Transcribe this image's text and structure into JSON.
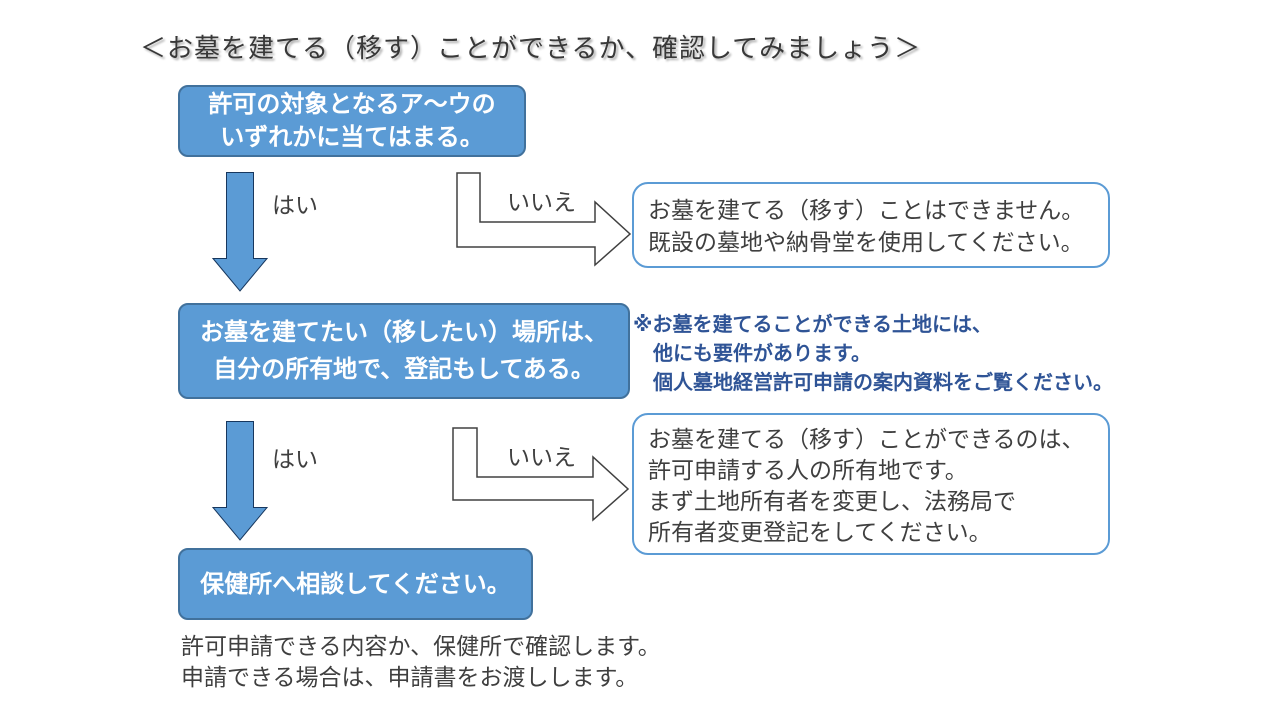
{
  "title": "＜お墓を建てる（移す）ことができるか、確認してみましょう＞",
  "colors": {
    "process_box_fill": "#5B9BD5",
    "process_box_border": "#41719C",
    "process_box_text": "#FFFFFF",
    "down_arrow_fill": "#5B9BD5",
    "down_arrow_border": "#17375E",
    "bent_arrow_fill": "#FFFFFF",
    "bent_arrow_border": "#404040",
    "callout_border": "#5B9BD5",
    "note_text": "#2F5496",
    "body_text": "#3F3F3F"
  },
  "flow": {
    "step1": {
      "lines": [
        "許可の対象となるア～ウの",
        "いずれかに当てはまる。"
      ]
    },
    "branch1": {
      "yes_label": "はい",
      "no_label": "いいえ"
    },
    "callout1": {
      "lines": [
        "お墓を建てる（移す）ことはできません。",
        "既設の墓地や納骨堂を使用してください。"
      ]
    },
    "step2": {
      "lines": [
        "お墓を建てたい（移したい）場所は、",
        "自分の所有地で、登記もしてある。"
      ]
    },
    "note": {
      "lines": [
        "※お墓を建てることができる土地には、",
        "他にも要件があります。",
        "個人墓地経営許可申請の案内資料をご覧ください。"
      ]
    },
    "branch2": {
      "yes_label": "はい",
      "no_label": "いいえ"
    },
    "callout2": {
      "lines": [
        "お墓を建てる（移す）ことができるのは、",
        "許可申請する人の所有地です。",
        "まず土地所有者を変更し、法務局で",
        "所有者変更登記をしてください。"
      ]
    },
    "step3": {
      "lines": [
        "保健所へ相談してください。"
      ]
    },
    "footer": {
      "lines": [
        "許可申請できる内容か、保健所で確認します。",
        "申請できる場合は、申請書をお渡しします。"
      ]
    }
  }
}
